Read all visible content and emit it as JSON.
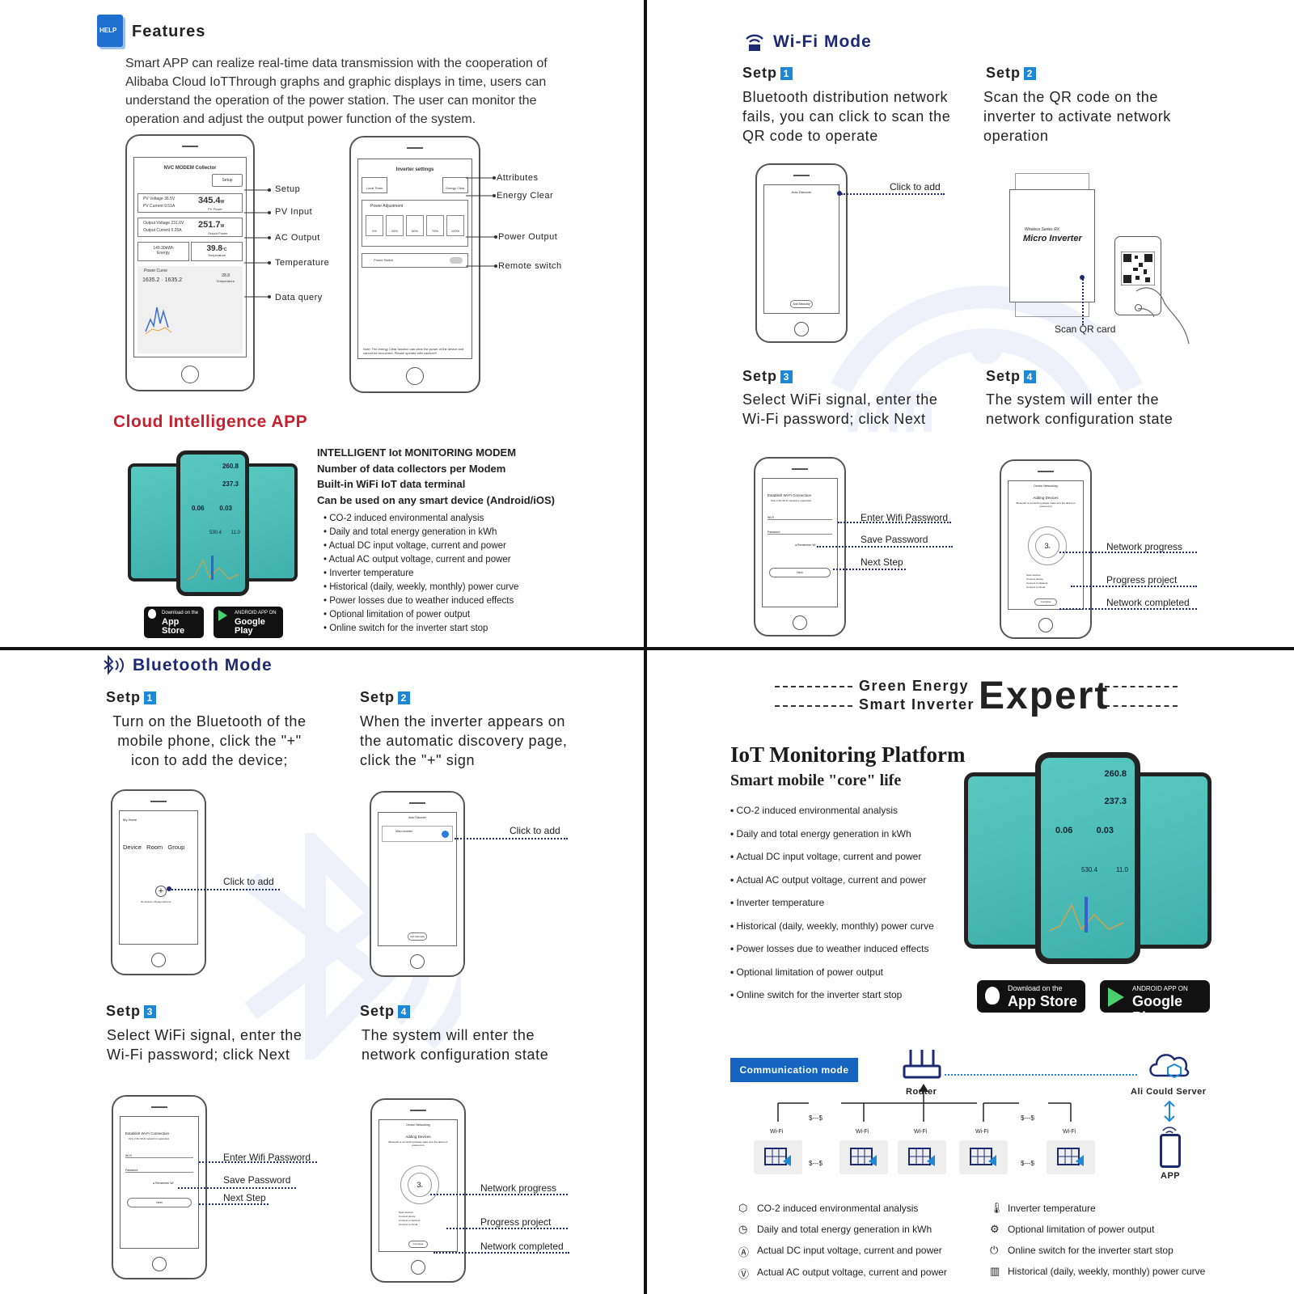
{
  "features": {
    "title": "Features",
    "help_icon_text": "HELP",
    "paragraph": "Smart APP can realize real-time data transmission with the cooperation of Alibaba Cloud IoTThrough graphs and graphic displays in time, users can understand the operation of the power station. The user can monitor the operation and adjust the output power function of the system.",
    "phone1": {
      "header": "NVC MODEM Collector",
      "setup_btn": "Setup",
      "pv_voltage": "PV Voltage",
      "pv_voltage_val": "36.5V",
      "pv_current": "PV Current",
      "pv_current_val": "9.51A",
      "pv_big": "345.4",
      "pv_unit": "W",
      "pv_sub": "PV Power",
      "ac_voltage": "Output Voltage",
      "ac_voltage_val": "231.6V",
      "ac_current": "Output Current",
      "ac_current_val": "0.26A",
      "ac_big": "251.7",
      "ac_unit": "W",
      "ac_sub": "Output Power",
      "energy_val": "149.30kWh",
      "energy_lbl": "Energy",
      "temp_big": "39.8",
      "temp_unit": "°C",
      "temp_lbl": "Temperature",
      "curve_lbl": "Power Curve",
      "curve_a": "1635.2",
      "curve_b": "1635.2",
      "curve_t": "28.8",
      "curve_t_lbl": "Temperature"
    },
    "phone1_labels": [
      "Setup",
      "PV Input",
      "AC Output",
      "Temperature",
      "Data query"
    ],
    "phone2": {
      "header": "Inverter settings",
      "btn1": "Local Timer",
      "btn2": "Energy Clear",
      "power_adj": "Power Adjustment",
      "levels": [
        "0%",
        "25%",
        "50%",
        "75%",
        "100%"
      ],
      "power_switch": "Power Switch",
      "note": "Note: The energy Clear function can clear the power of the device and cannot be recovered. Please operate with caution!!!"
    },
    "phone2_labels": [
      "Attributes",
      "Energy Clear",
      "Power Output",
      "Remote switch"
    ]
  },
  "cloud": {
    "title": "Cloud Intelligence APP",
    "headlines": [
      "INTELLIGENT Iot MONITORING MODEM",
      "Number of data collectors per Modem",
      "Built-in WiFi IoT data terminal",
      "Can be used on any smart device (Android/iOS)"
    ],
    "bullets": [
      "CO-2 induced environmental analysis",
      "Daily and total energy generation in kWh",
      "Actual DC input voltage, current and power",
      "Actual AC output voltage, current and power",
      "Inverter temperature",
      "Historical (daily, weekly, monthly) power curve",
      "Power losses due to weather induced effects",
      "Optional limitation of power output",
      "Online switch for the inverter start stop"
    ],
    "phone_vals": {
      "a": "260.8",
      "b": "237.3",
      "c": "0.06",
      "d": "0.03",
      "e": "530.4",
      "f": "11.0"
    },
    "appstore_small": "Download on the",
    "appstore": "App Store",
    "googleplay_small": "ANDROID APP ON",
    "googleplay": "Google Play"
  },
  "wifi": {
    "title": "Wi-Fi Mode",
    "icon_text": "WiFi",
    "watermark": "wifi",
    "steps": [
      {
        "label": "Setp",
        "num": "1",
        "text": "Bluetooth distribution network fails, you can click to scan the QR code to operate"
      },
      {
        "label": "Setp",
        "num": "2",
        "text": "Scan the QR code on the inverter to activate network operation"
      },
      {
        "label": "Setp",
        "num": "3",
        "text": "Select WiFi signal, enter the Wi-Fi password; click Next"
      },
      {
        "label": "Setp",
        "num": "4",
        "text": "The system will enter the network configuration state"
      }
    ],
    "click_to_add": "Click to add",
    "scan_qr": "Scan QR card",
    "inverter_small": "Wireless Series RX",
    "inverter_name": "Micro Inverter",
    "phone_top": "Auto Discover",
    "add_manually": "Add Manually",
    "establish": "Establish Wi-Fi Connection",
    "establish_sub": "Only 2.4G Wi-Fi network is supported",
    "wifi_field": "Wi-Fi",
    "pwd_field": "Password",
    "remember": "Remember Wi",
    "next_btn": "Next",
    "step3_labels": [
      "Enter Wifi Password",
      "Save Password",
      "Next Step"
    ],
    "networking": "Device Networking",
    "adding": "Adding Devices",
    "adding_sub": "Bluetooth is connecting please make sure the device is powered on",
    "countdown": "3",
    "countdown_unit": "s",
    "progress_items": [
      "Scan devices",
      "Connect device",
      "Connect to Network",
      "Connect to Cloud"
    ],
    "complete_btn": "Complete",
    "step4_labels": [
      "Network progress",
      "Progress project",
      "Network completed"
    ]
  },
  "bluetooth": {
    "title": "Bluetooth Mode",
    "steps": [
      {
        "label": "Setp",
        "num": "1",
        "text": "Turn on the Bluetooth of the mobile phone, click the \"+\" icon to add the device;"
      },
      {
        "label": "Setp",
        "num": "2",
        "text": "When the inverter appears on the automatic discovery page, click the \"+\" sign"
      },
      {
        "label": "Setp",
        "num": "3",
        "text": "Select WiFi signal, enter the Wi-Fi password; click Next"
      },
      {
        "label": "Setp",
        "num": "4",
        "text": "The system will enter the network configuration state"
      }
    ],
    "home_title": "My Home",
    "home_tabs": "Device   Room   Group",
    "no_devices": "No devices. Please add one",
    "discover_top": "Auto Discover",
    "device_found": "Micro inverter",
    "add_manually": "Add Manually",
    "click_to_add": "Click to add",
    "step3_labels": [
      "Enter Wifi Password",
      "Save Password",
      "Next Step"
    ],
    "step4_labels": [
      "Network progress",
      "Progress project",
      "Network completed"
    ],
    "plus": "+"
  },
  "expert": {
    "line1": "Green Energy",
    "line2": "Smart Inverter",
    "big": "Expert",
    "platform": "IoT Monitoring Platform",
    "tagline": "Smart mobile \"core\" life",
    "bullets": [
      "CO-2 induced environmental analysis",
      "Daily and total energy generation in kWh",
      "Actual DC input voltage, current and power",
      "Actual AC output voltage, current and power",
      "Inverter temperature",
      "Historical (daily, weekly, monthly) power curve",
      "Power losses due to weather induced effects",
      "Optional limitation of power output",
      "Online switch for the inverter start stop"
    ],
    "phone_vals": {
      "a": "260.8",
      "b": "237.3",
      "c": "0.06",
      "d": "0.03",
      "e": "530.4",
      "f": "11.0"
    },
    "appstore_small": "Download on the",
    "appstore": "App Store",
    "googleplay_small": "ANDROID APP ON",
    "googleplay": "Google Play",
    "comm_mode": "Communication mode",
    "router": "Router",
    "server": "Ali Could Server",
    "app": "APP",
    "wifi_small": "Wi-Fi",
    "gap_symbol": "$---$",
    "features_left": [
      "CO-2 induced environmental analysis",
      "Daily and total energy generation in kWh",
      "Actual DC input voltage, current and power",
      "Actual AC output voltage, current and power"
    ],
    "features_right": [
      "Inverter temperature",
      "Optional limitation of power output",
      "Online switch for the inverter start stop",
      "Historical (daily, weekly, monthly) power curve"
    ]
  },
  "colors": {
    "navy": "#1d2a73",
    "step_badge": "#1e88d8",
    "cloud_red": "#c8202e",
    "teal": "#4fbdb6",
    "comm_blue": "#1565c0"
  }
}
